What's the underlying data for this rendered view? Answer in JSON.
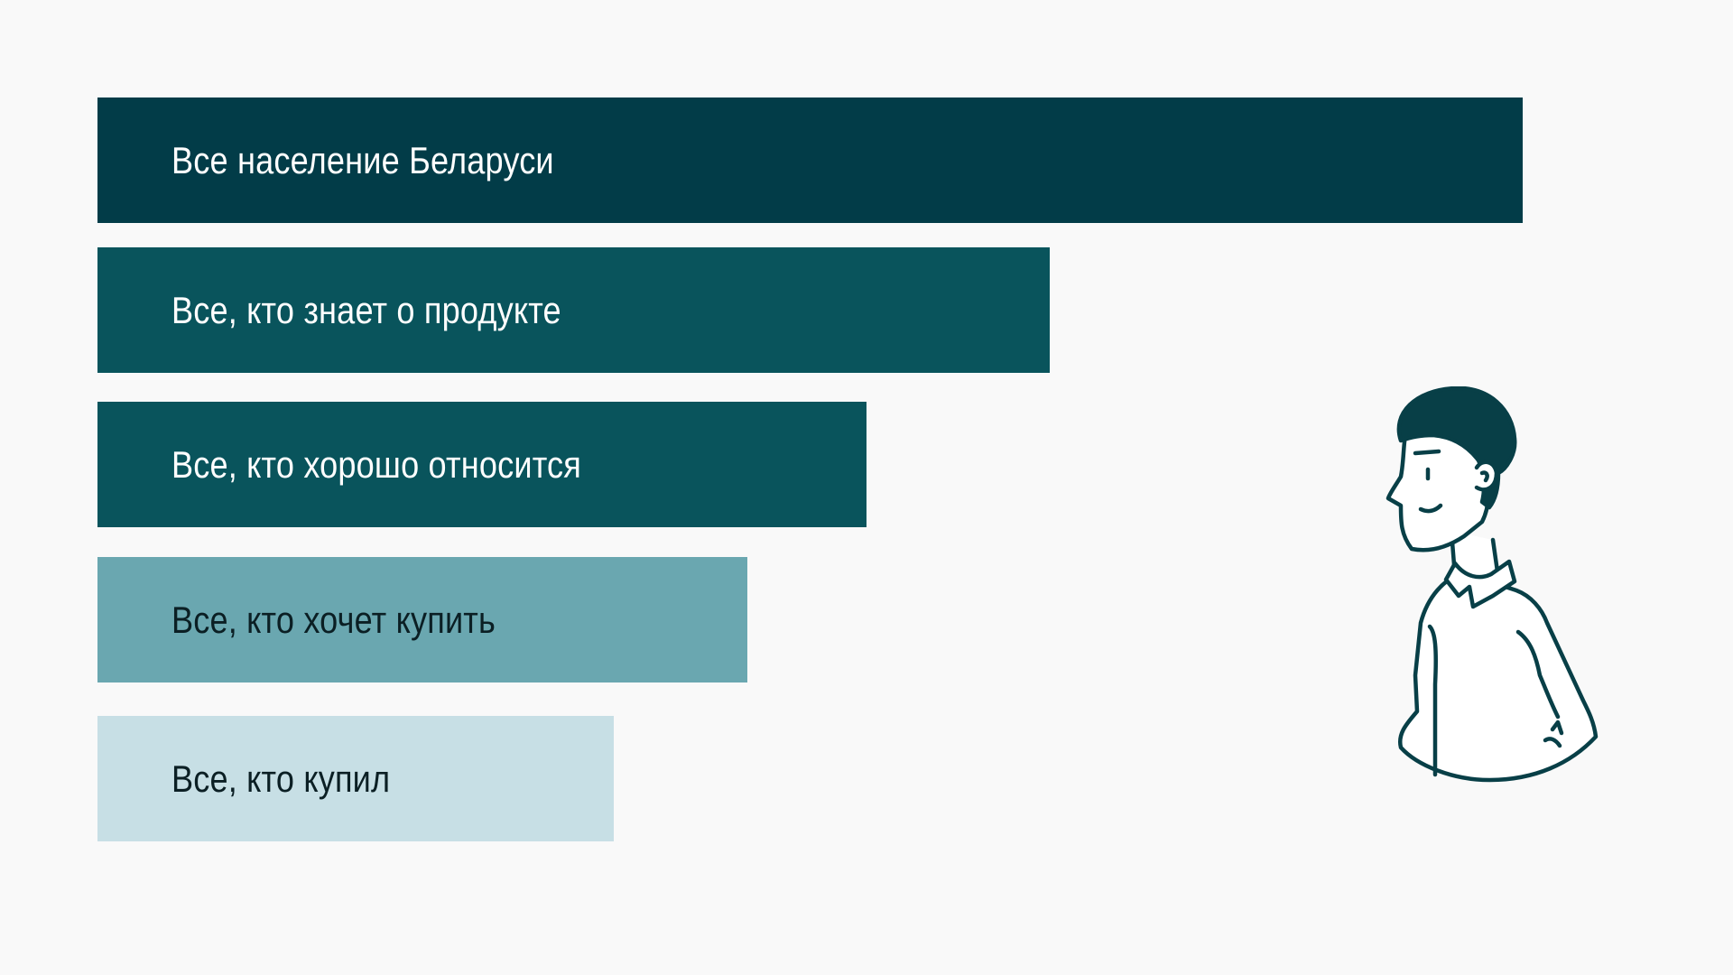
{
  "funnel": {
    "stages": [
      {
        "label": "Все население Беларуси",
        "color": "#023c48",
        "text_color": "#ffffff"
      },
      {
        "label": "Все, кто знает о продукте",
        "color": "#09545c",
        "text_color": "#ffffff"
      },
      {
        "label": "Все, кто хорошо относится",
        "color": "#09545c",
        "text_color": "#ffffff"
      },
      {
        "label": "Все, кто хочет купить",
        "color": "#6aa7b0",
        "text_color": "#0b1f24"
      },
      {
        "label": "Все, кто купил",
        "color": "#c7dfe5",
        "text_color": "#0b1f24"
      }
    ]
  },
  "illustration": {
    "icon": "person-illustration-icon",
    "stroke_color": "#083f47",
    "hair_color": "#083f47"
  }
}
